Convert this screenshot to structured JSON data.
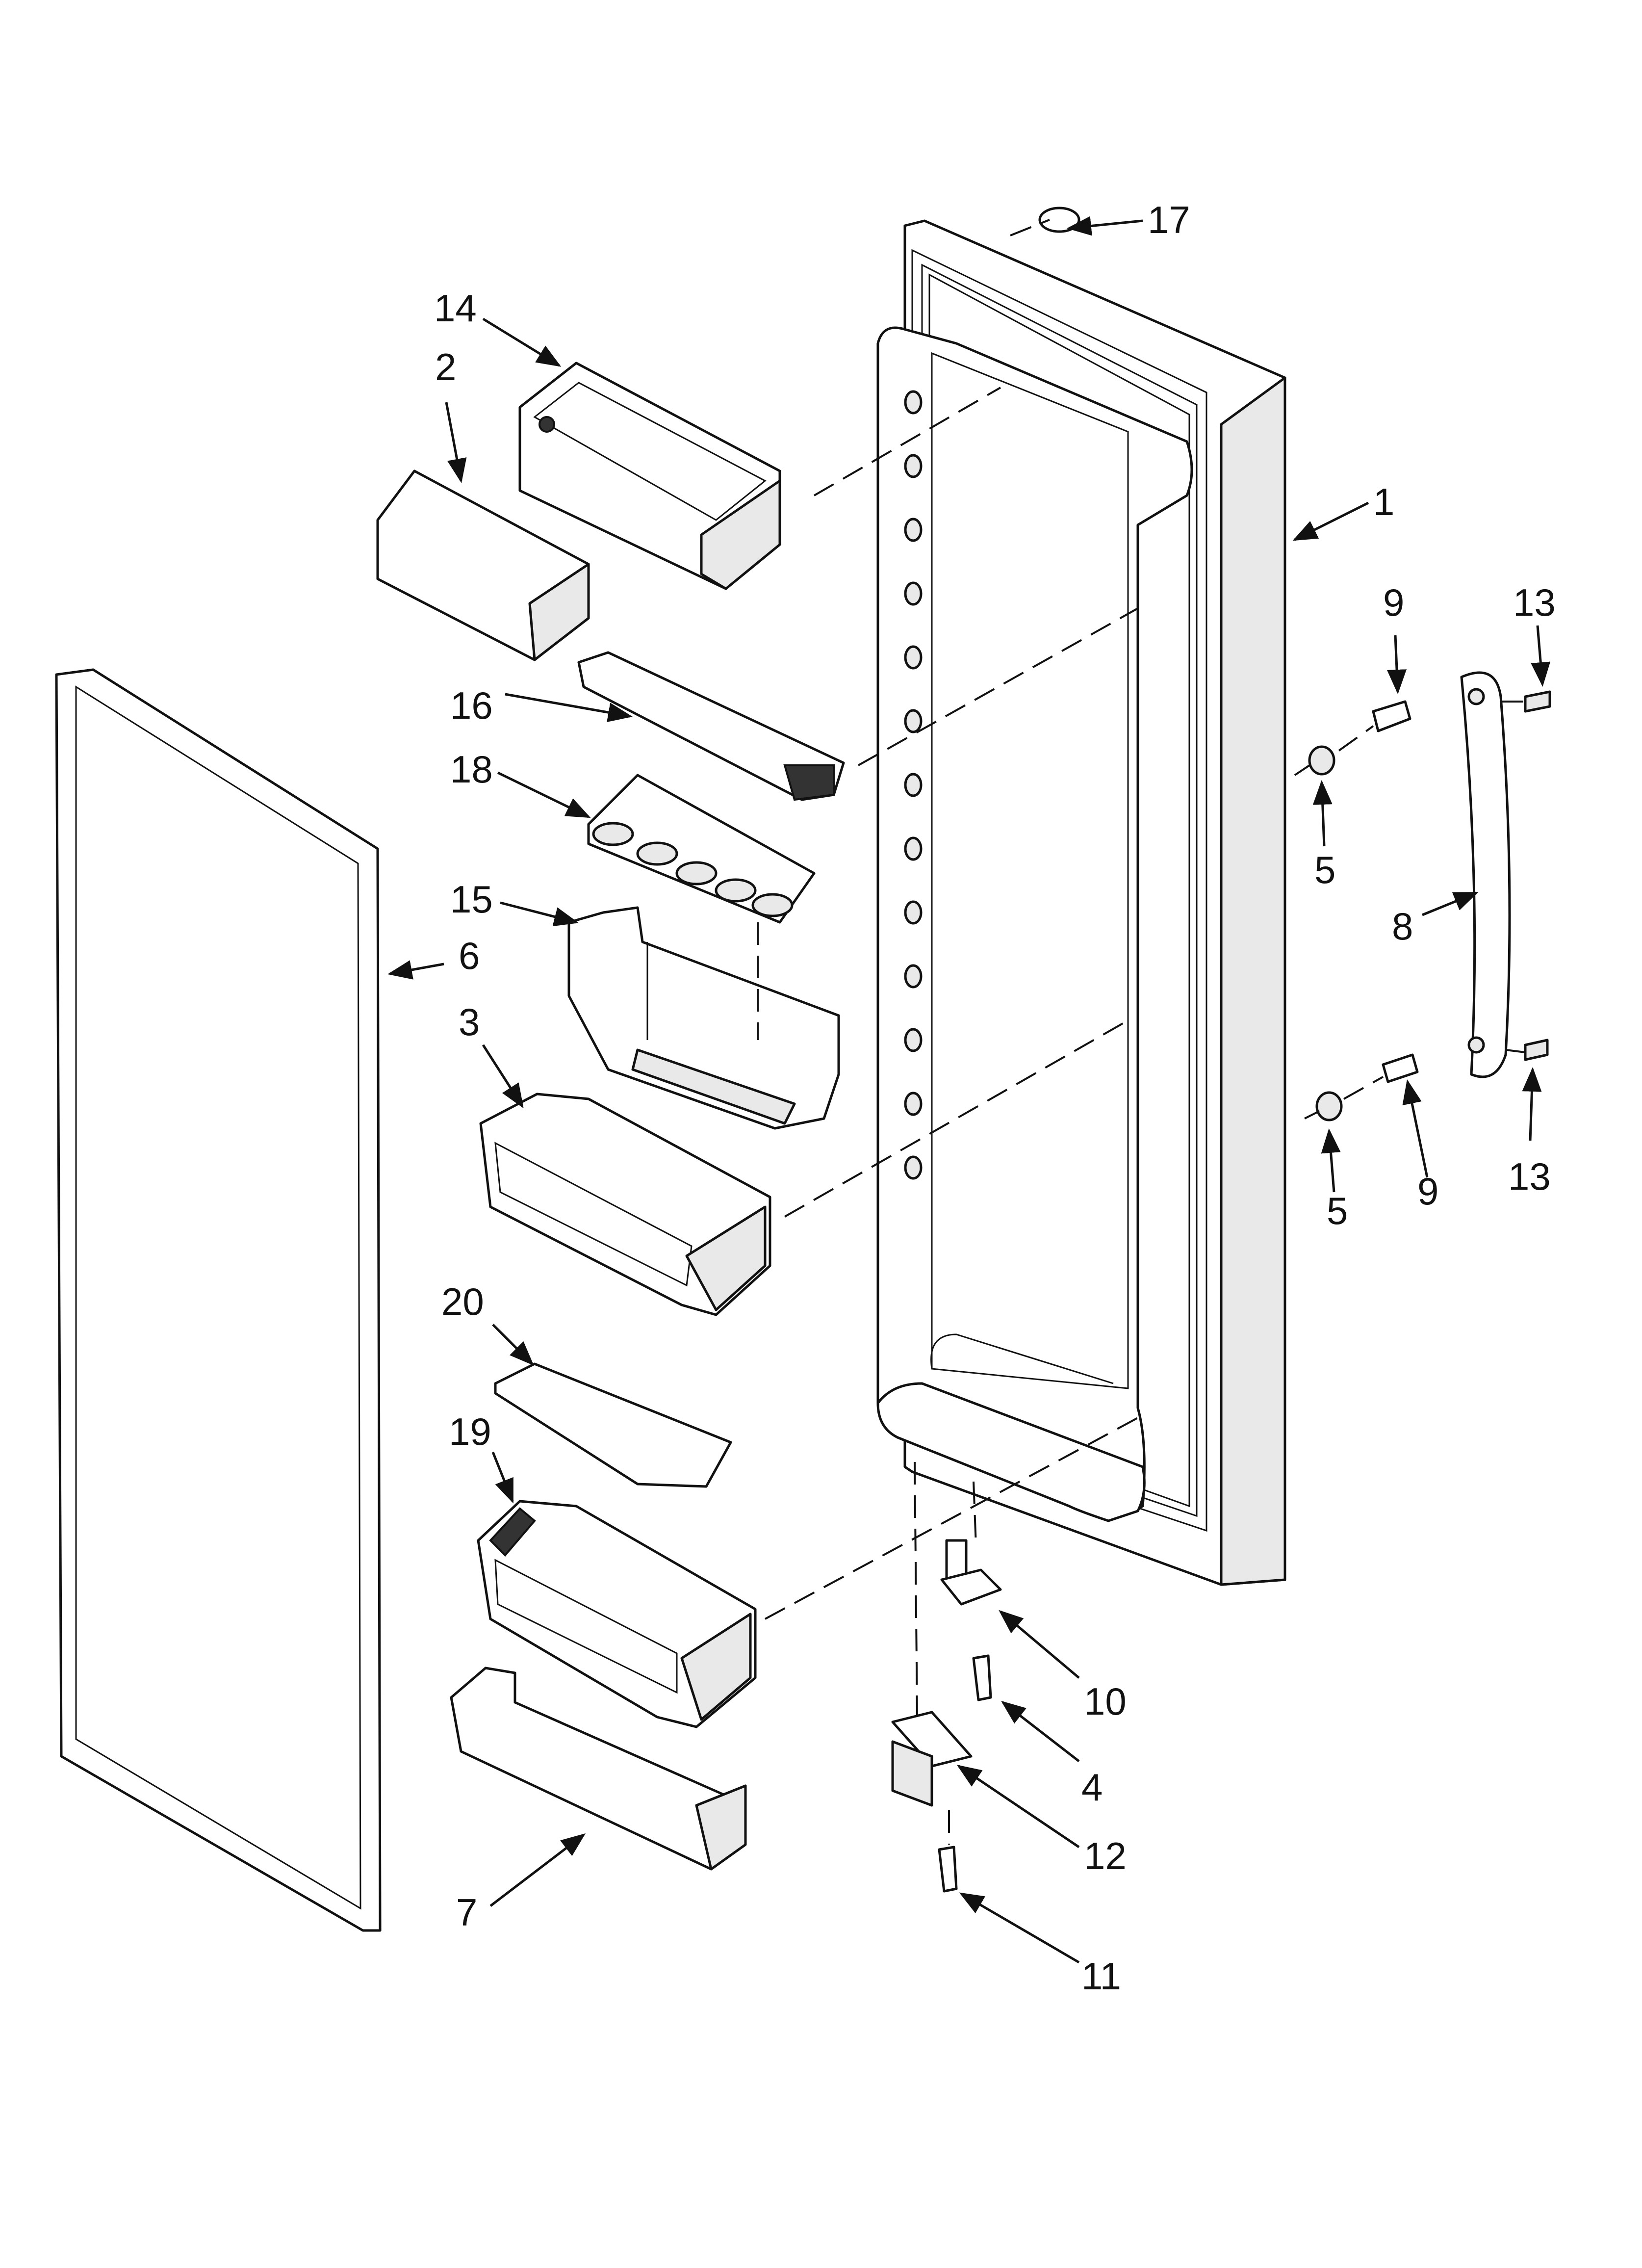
{
  "callouts": [
    {
      "id": "c1",
      "label": "1"
    },
    {
      "id": "c2",
      "label": "2"
    },
    {
      "id": "c3",
      "label": "3"
    },
    {
      "id": "c4",
      "label": "4"
    },
    {
      "id": "c5a",
      "label": "5"
    },
    {
      "id": "c5b",
      "label": "5"
    },
    {
      "id": "c6",
      "label": "6"
    },
    {
      "id": "c7",
      "label": "7"
    },
    {
      "id": "c8",
      "label": "8"
    },
    {
      "id": "c9a",
      "label": "9"
    },
    {
      "id": "c9b",
      "label": "9"
    },
    {
      "id": "c10",
      "label": "10"
    },
    {
      "id": "c11",
      "label": "11"
    },
    {
      "id": "c12",
      "label": "12"
    },
    {
      "id": "c13a",
      "label": "13"
    },
    {
      "id": "c13b",
      "label": "13"
    },
    {
      "id": "c14",
      "label": "14"
    },
    {
      "id": "c15",
      "label": "15"
    },
    {
      "id": "c16",
      "label": "16"
    },
    {
      "id": "c17",
      "label": "17"
    },
    {
      "id": "c18",
      "label": "18"
    },
    {
      "id": "c19",
      "label": "19"
    },
    {
      "id": "c20",
      "label": "20"
    }
  ]
}
